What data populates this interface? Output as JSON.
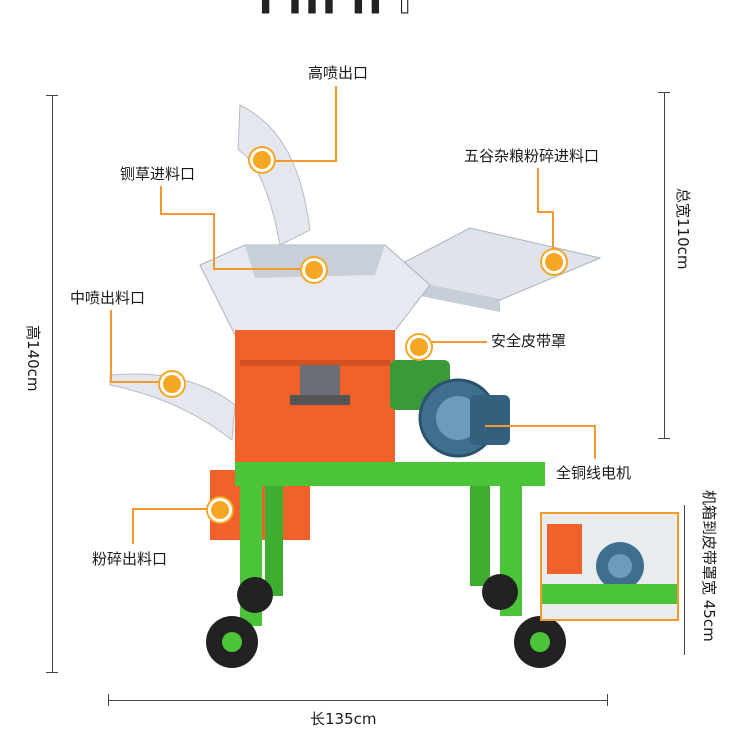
{
  "labels": {
    "high_spray_outlet": "高喷出口",
    "grass_feed_inlet": "铡草进料口",
    "grain_crush_inlet": "五谷杂粮粉碎进料口",
    "mid_spray_outlet": "中喷出料口",
    "belt_guard": "安全皮带罩",
    "copper_motor": "全铜线电机",
    "crush_outlet": "粉碎出料口"
  },
  "dimensions": {
    "height": "高140cm",
    "width": "总宽110cm",
    "length": "长135cm",
    "box_to_guard": "机箱到皮带罩宽 45cm"
  },
  "colors": {
    "frame": "#4cc43a",
    "body": "#f0622a",
    "hopper": "#dfe3ea",
    "motor": "#3f6f8f",
    "accent": "#f29a2a"
  }
}
